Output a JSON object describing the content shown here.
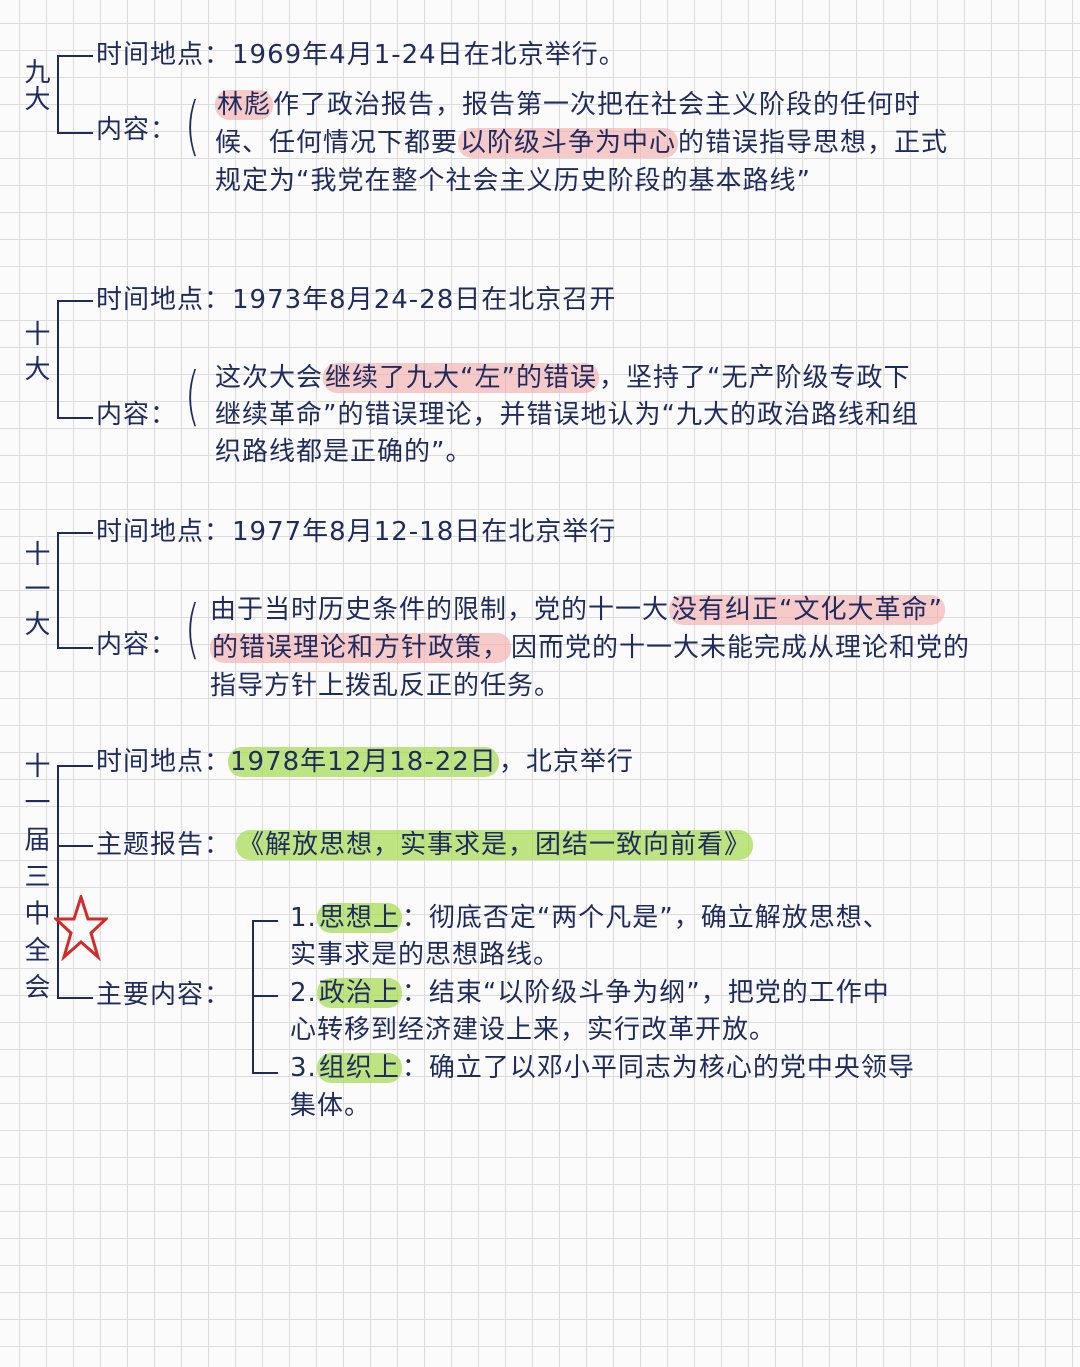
{
  "colors": {
    "ink": "#1f2b5e",
    "pink": "#f5aaaa",
    "green": "#aadc5a",
    "star": "#d42a2a"
  },
  "sections": [
    {
      "label": "九大",
      "time_label": "时间地点：",
      "time": [
        {
          "t": "1969年4月1-24日在北京举行。"
        }
      ],
      "content_label": "内容：",
      "lines": [
        [
          {
            "t": "林彪",
            "hl": "pink"
          },
          {
            "t": "作了政治报告，报告第一次把在社会主义阶段的任何时"
          }
        ],
        [
          {
            "t": "候、任何情况下都要"
          },
          {
            "t": "以阶级斗争为中心",
            "hl": "pink"
          },
          {
            "t": "的错误指导思想，正式"
          }
        ],
        [
          {
            "t": "规定为“我党在整个社会主义历史阶段的基本路线”"
          }
        ]
      ]
    },
    {
      "label": "十大",
      "time_label": "时间地点：",
      "time": [
        {
          "t": "1973年8月24-28日在北京召开"
        }
      ],
      "content_label": "内容：",
      "lines": [
        [
          {
            "t": "这次大会"
          },
          {
            "t": "继续了九大“左”的错误",
            "hl": "pink"
          },
          {
            "t": "，坚持了“无产阶级专政下"
          }
        ],
        [
          {
            "t": "继续革命”的错误理论，并错误地认为“九大的政治路线和组"
          }
        ],
        [
          {
            "t": "织路线都是正确的”。"
          }
        ]
      ]
    },
    {
      "label": "十一大",
      "time_label": "时间地点：",
      "time": [
        {
          "t": "1977年8月12-18日在北京举行"
        }
      ],
      "content_label": "内容：",
      "lines": [
        [
          {
            "t": "由于当时历史条件的限制，党的十一大"
          },
          {
            "t": "没有纠正“文化大革命”",
            "hl": "pink"
          }
        ],
        [
          {
            "t": "的错误理论和方针政策，",
            "hl": "pink"
          },
          {
            "t": "因而党的十一大未能完成从理论和党的"
          }
        ],
        [
          {
            "t": "指导方针上拨乱反正的任务。"
          }
        ]
      ]
    },
    {
      "label": "十一届三中全会",
      "time_label": "时间地点：",
      "time": [
        {
          "t": "1978年12月18-22日",
          "hl": "green"
        },
        {
          "t": "，北京举行"
        }
      ],
      "report_label": "主题报告：",
      "report": [
        {
          "t": "《解放思想，实事求是，团结一致向前看》",
          "hl": "green"
        }
      ],
      "content_label": "主要内容：",
      "lines": [
        [
          {
            "t": "1."
          },
          {
            "t": "思想上",
            "hl": "green"
          },
          {
            "t": "：彻底否定“两个凡是”，确立解放思想、"
          }
        ],
        [
          {
            "t": "实事求是的思想路线。"
          }
        ],
        [
          {
            "t": "2."
          },
          {
            "t": "政治上",
            "hl": "green"
          },
          {
            "t": "：结束“以阶级斗争为纲”，把党的工作中"
          }
        ],
        [
          {
            "t": "心转移到经济建设上来，实行改革开放。"
          }
        ],
        [
          {
            "t": "3."
          },
          {
            "t": "组织上",
            "hl": "green"
          },
          {
            "t": "：确立了以邓小平同志为核心的党中央领导"
          }
        ],
        [
          {
            "t": "集体。"
          }
        ]
      ]
    }
  ]
}
